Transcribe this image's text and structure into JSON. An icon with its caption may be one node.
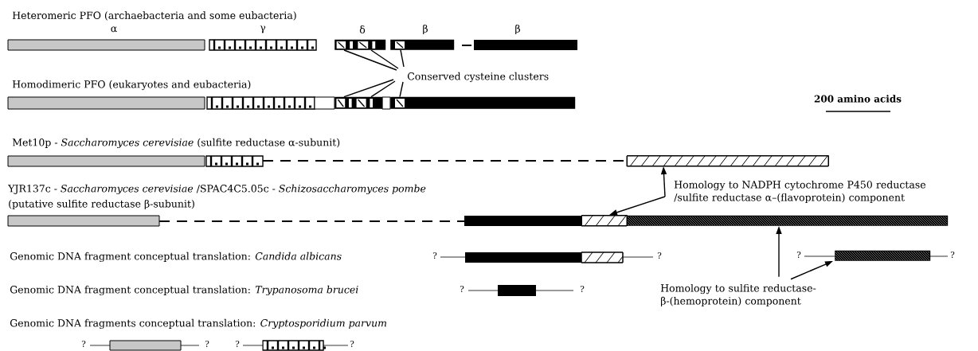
{
  "diagram": {
    "nodes": [
      {
        "text": [],
        "shape": "bar"
      },
      {
        "text": [],
        "shape": "bar"
      },
      {
        "text": [
          "Conserved cysteine clusters"
        ]
      },
      {
        "text": [],
        "shape": "bar"
      },
      {
        "text": [],
        "shape": "bar"
      },
      {
        "text": [],
        "shape": "bar"
      },
      {
        "text": [
          "Homology to NADPH cytochrome P450 reductase /sulfite reductase α–(flavoprotein) component"
        ]
      },
      {
        "text": [],
        "shape": "bar"
      },
      {
        "text": [],
        "shape": "bar"
      },
      {
        "text": [],
        "shape": "bar"
      },
      {
        "text": [
          "Homology to sulfite reductase- β-(hemoprotein) component"
        ]
      }
    ],
    "edges": [
      {
        "from": 2,
        "to": 0,
        "arrow": "none"
      },
      {
        "from": 2,
        "to": 0,
        "arrow": "none"
      },
      {
        "from": 2,
        "to": 1,
        "arrow": "none"
      },
      {
        "from": 2,
        "to": 3,
        "arrow": "none"
      },
      {
        "from": 2,
        "to": 3,
        "arrow": "none"
      },
      {
        "from": 2,
        "to": 4,
        "arrow": "none"
      },
      {
        "from": 6,
        "to": 5,
        "arrow": "to"
      },
      {
        "from": 6,
        "to": 7,
        "arrow": "to"
      },
      {
        "from": 10,
        "to": 8,
        "arrow": "to"
      },
      {
        "from": 10,
        "to": 9,
        "arrow": "to"
      }
    ],
    "labels": [
      "Heteromeric PFO (archaebacteria and some eubacteria)",
      "α",
      "γ",
      "δ",
      "β",
      "β",
      "Homodimeric  PFO (eukaryotes and eubacteria)",
      "200 amino acids",
      "Met10p - *Saccharomyces cerevisiae* (sulfite reductase α-subunit)",
      "YJR137c - *Saccharomyces cerevisiae* /SPAC4C5.05c - *Schizosaccharomyces pombe*",
      "(putative sulfite reductase β-subunit)",
      "Genomic DNA fragment conceptual translation: *Candida albicans*",
      "?",
      "?",
      "?",
      "?",
      "Genomic DNA fragment conceptual translation: *Trypanosoma brucei*",
      "?",
      "?",
      "Genomic DNA fragments conceptual translation: *Cryptosporidium parvum*",
      "?",
      "?",
      "?",
      "?"
    ]
  }
}
